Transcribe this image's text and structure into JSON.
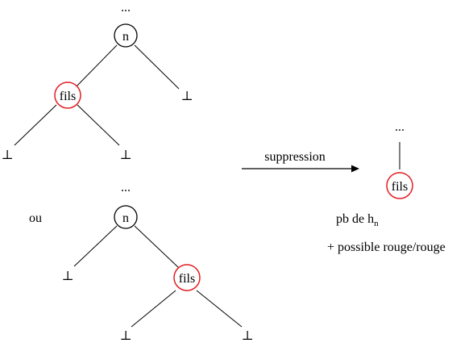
{
  "ellipsis": "...",
  "bottom_symbol": "⊥",
  "node_n_label": "n",
  "node_fils_label": "fils",
  "alternative_label": "ou",
  "operation_label": "suppression",
  "problem_text": "pb de h",
  "problem_subscript": "n",
  "possible_text": "+ possible rouge/rouge",
  "colors": {
    "black_node": "#000000",
    "red_node": "#e31e24",
    "line": "#000000"
  }
}
